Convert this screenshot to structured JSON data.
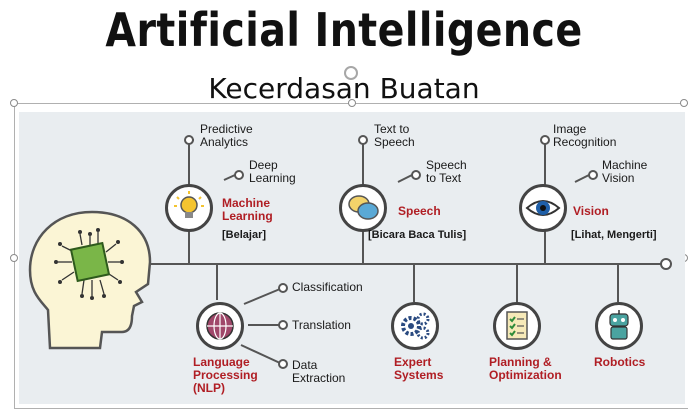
{
  "title": "Artificial Intelligence",
  "subtitle": "Kecerdasan Buatan",
  "top": [
    {
      "id": "ml",
      "title": "Machine\nLearning",
      "bracket": "[Belajar]",
      "items": [
        "Predictive\nAnalytics",
        "Deep\nLearning"
      ],
      "icon": "lightbulb-icon"
    },
    {
      "id": "speech",
      "title": "Speech",
      "bracket": "[Bicara Baca Tulis]",
      "items": [
        "Text to\nSpeech",
        "Speech\nto Text"
      ],
      "icon": "speech-bubbles-icon"
    },
    {
      "id": "vision",
      "title": "Vision",
      "bracket": "[Lihat, Mengerti]",
      "items": [
        "Image\nRecognition",
        "Machine\nVision"
      ],
      "icon": "eye-icon"
    }
  ],
  "bottom": [
    {
      "id": "nlp",
      "title": "Language\nProcessing\n(NLP)",
      "items": [
        "Classification",
        "Translation",
        "Data\nExtraction"
      ],
      "icon": "globe-icon"
    },
    {
      "id": "expert",
      "title": "Expert\nSystems",
      "icon": "gears-icon"
    },
    {
      "id": "planning",
      "title": "Planning &\nOptimization",
      "icon": "checklist-icon"
    },
    {
      "id": "robotics",
      "title": "Robotics",
      "icon": "robot-icon"
    }
  ],
  "colors": {
    "accent": "#b01e24",
    "panel": "#e9edf0",
    "line": "#555555",
    "head": "#fbf5d5"
  }
}
